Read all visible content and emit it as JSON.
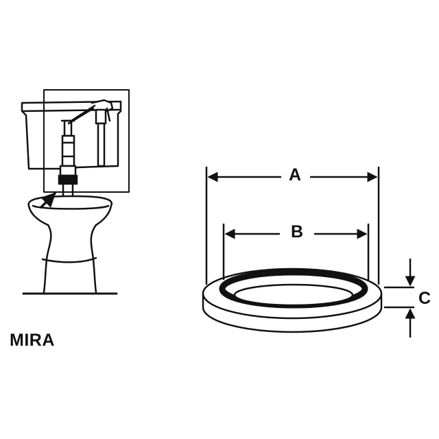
{
  "brand_label": "MIRA",
  "dimension_labels": {
    "outer_diameter": "A",
    "inner_diameter": "B",
    "thickness": "C"
  },
  "colors": {
    "ink": "#111111",
    "background": "#ffffff"
  }
}
